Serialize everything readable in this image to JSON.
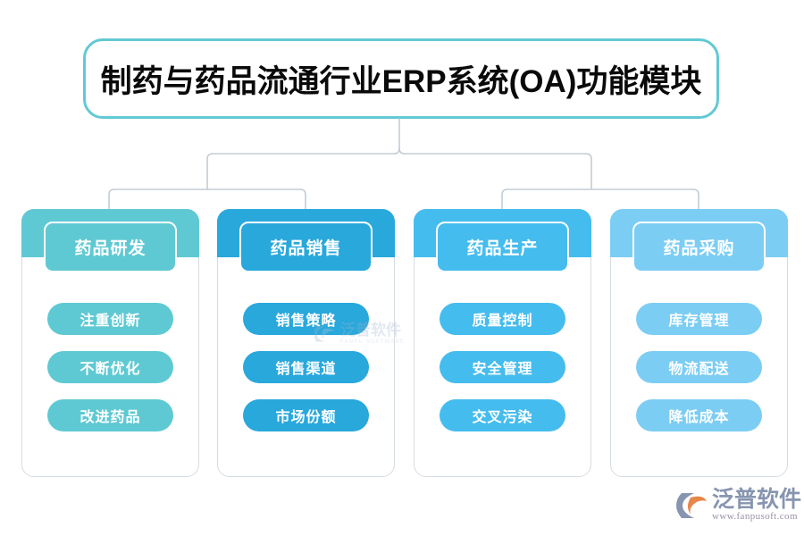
{
  "title": {
    "text": "制药与药品流通行业ERP系统(OA)功能模块",
    "border_color": "#62C9D4"
  },
  "columns": [
    {
      "name": "药品研发",
      "color": "#5FC9D3",
      "items": [
        "注重创新",
        "不断优化",
        "改进药品"
      ]
    },
    {
      "name": "药品销售",
      "color": "#29A8DC",
      "items": [
        "销售策略",
        "销售渠道",
        "市场份额"
      ]
    },
    {
      "name": "药品生产",
      "color": "#45BCEE",
      "items": [
        "质量控制",
        "安全管理",
        "交叉污染"
      ]
    },
    {
      "name": "药品采购",
      "color": "#7CCDF4",
      "items": [
        "库存管理",
        "物流配送",
        "降低成本"
      ]
    }
  ],
  "connector": {
    "color": "#c3cdd6"
  },
  "watermark": {
    "brand_cn": "泛普软件",
    "brand_en": "FANPU SOFTWARE"
  },
  "logo": {
    "brand_cn": "泛普软件",
    "url": "www.fanpusoft.com",
    "mark_color": "#8795b0",
    "accent_color": "#e8864a"
  }
}
